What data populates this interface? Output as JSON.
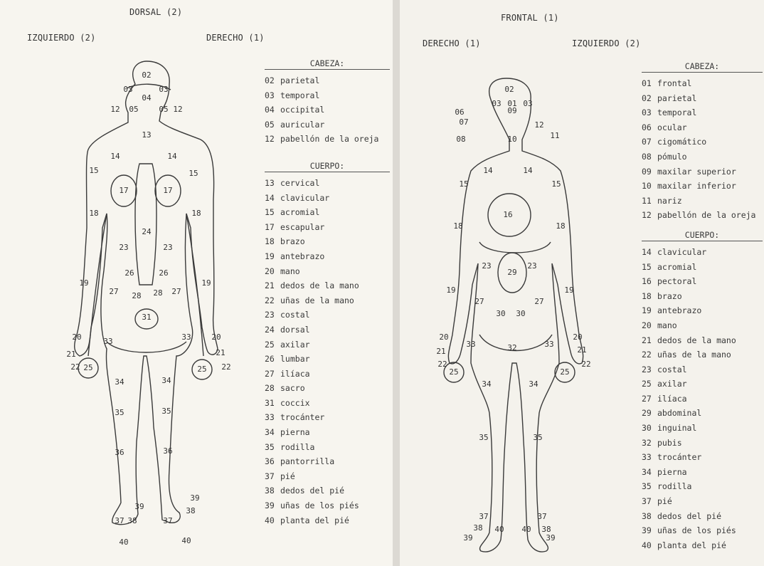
{
  "left": {
    "title": "DORSAL (2)",
    "side_left": "IZQUIERDO (2)",
    "side_right": "DERECHO (1)",
    "head_section": "CABEZA:",
    "head_items": [
      {
        "num": "02",
        "label": "parietal"
      },
      {
        "num": "03",
        "label": "temporal"
      },
      {
        "num": "04",
        "label": "occipital"
      },
      {
        "num": "05",
        "label": "auricular"
      },
      {
        "num": "12",
        "label": "pabellón de la oreja"
      }
    ],
    "body_section": "CUERPO:",
    "body_items": [
      {
        "num": "13",
        "label": "cervical"
      },
      {
        "num": "14",
        "label": "clavicular"
      },
      {
        "num": "15",
        "label": "acromial"
      },
      {
        "num": "17",
        "label": "escapular"
      },
      {
        "num": "18",
        "label": "brazo"
      },
      {
        "num": "19",
        "label": "antebrazo"
      },
      {
        "num": "20",
        "label": "mano"
      },
      {
        "num": "21",
        "label": "dedos de la mano"
      },
      {
        "num": "22",
        "label": "uñas de la mano"
      },
      {
        "num": "23",
        "label": "costal"
      },
      {
        "num": "24",
        "label": "dorsal"
      },
      {
        "num": "25",
        "label": "axilar"
      },
      {
        "num": "26",
        "label": "lumbar"
      },
      {
        "num": "27",
        "label": "ilíaca"
      },
      {
        "num": "28",
        "label": "sacro"
      },
      {
        "num": "31",
        "label": "coccix"
      },
      {
        "num": "33",
        "label": "trocánter"
      },
      {
        "num": "34",
        "label": "pierna"
      },
      {
        "num": "35",
        "label": "rodilla"
      },
      {
        "num": "36",
        "label": "pantorrilla"
      },
      {
        "num": "37",
        "label": "pié"
      },
      {
        "num": "38",
        "label": "dedos del pié"
      },
      {
        "num": "39",
        "label": "uñas de los piés"
      },
      {
        "num": "40",
        "label": "planta del pié"
      }
    ]
  },
  "right": {
    "title": "FRONTAL (1)",
    "side_left": "DERECHO (1)",
    "side_right": "IZQUIERDO (2)",
    "head_section": "CABEZA:",
    "head_items": [
      {
        "num": "01",
        "label": "frontal"
      },
      {
        "num": "02",
        "label": "parietal"
      },
      {
        "num": "03",
        "label": "temporal"
      },
      {
        "num": "06",
        "label": "ocular"
      },
      {
        "num": "07",
        "label": "cigomático"
      },
      {
        "num": "08",
        "label": "pómulo"
      },
      {
        "num": "09",
        "label": "maxilar superior"
      },
      {
        "num": "10",
        "label": "maxilar inferior"
      },
      {
        "num": "11",
        "label": "nariz"
      },
      {
        "num": "12",
        "label": "pabellón de la oreja"
      }
    ],
    "body_section": "CUERPO:",
    "body_items": [
      {
        "num": "14",
        "label": "clavicular"
      },
      {
        "num": "15",
        "label": "acromial"
      },
      {
        "num": "16",
        "label": "pectoral"
      },
      {
        "num": "18",
        "label": "brazo"
      },
      {
        "num": "19",
        "label": "antebrazo"
      },
      {
        "num": "20",
        "label": "mano"
      },
      {
        "num": "21",
        "label": "dedos de la mano"
      },
      {
        "num": "22",
        "label": "uñas de la mano"
      },
      {
        "num": "23",
        "label": "costal"
      },
      {
        "num": "25",
        "label": "axilar"
      },
      {
        "num": "27",
        "label": "ilíaca"
      },
      {
        "num": "29",
        "label": "abdominal"
      },
      {
        "num": "30",
        "label": "inguinal"
      },
      {
        "num": "32",
        "label": "pubis"
      },
      {
        "num": "33",
        "label": "trocánter"
      },
      {
        "num": "34",
        "label": "pierna"
      },
      {
        "num": "35",
        "label": "rodilla"
      },
      {
        "num": "37",
        "label": "pié"
      },
      {
        "num": "38",
        "label": "dedos del pié"
      },
      {
        "num": "39",
        "label": "uñas de los piés"
      },
      {
        "num": "40",
        "label": "planta del pié"
      }
    ]
  },
  "figure_labels": {
    "dorsal": [
      "02",
      "03",
      "03",
      "04",
      "05",
      "05",
      "12",
      "12",
      "13",
      "14",
      "14",
      "15",
      "15",
      "17",
      "17",
      "18",
      "18",
      "24",
      "23",
      "23",
      "26",
      "26",
      "27",
      "27",
      "28",
      "28",
      "19",
      "19",
      "31",
      "20",
      "20",
      "21",
      "21",
      "22",
      "22",
      "33",
      "33",
      "25",
      "25",
      "34",
      "34",
      "35",
      "35",
      "36",
      "36",
      "39",
      "39",
      "37",
      "38",
      "37",
      "38",
      "40",
      "40"
    ],
    "frontal": [
      "02",
      "03",
      "01",
      "03",
      "06",
      "07",
      "08",
      "09",
      "10",
      "12",
      "11",
      "14",
      "14",
      "15",
      "15",
      "16",
      "18",
      "18",
      "23",
      "23",
      "29",
      "19",
      "19",
      "27",
      "27",
      "30",
      "30",
      "20",
      "20",
      "21",
      "21",
      "22",
      "22",
      "33",
      "33",
      "32",
      "25",
      "25",
      "34",
      "34",
      "35",
      "35",
      "37",
      "37",
      "38",
      "38",
      "39",
      "39",
      "40",
      "40"
    ]
  }
}
